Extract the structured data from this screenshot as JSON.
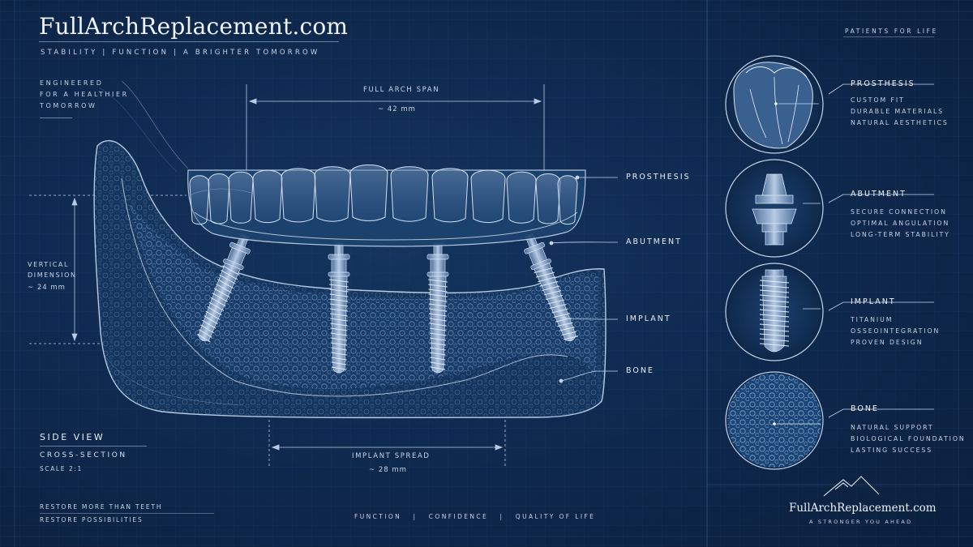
{
  "brand": {
    "title": "FullArchReplacement.com",
    "tagline": "STABILITY  |  FUNCTION  |  A BRIGHTER TOMORROW",
    "top_right": "PATIENTS FOR LIFE"
  },
  "intro": {
    "lines": [
      "ENGINEERED",
      "FOR A HEALTHIER",
      "TOMORROW"
    ]
  },
  "dimensions": {
    "arch_span_label": "FULL ARCH SPAN",
    "arch_span_value": "~ 42 mm",
    "vertical_label_1": "VERTICAL",
    "vertical_label_2": "DIMENSION",
    "vertical_value": "~ 24 mm",
    "implant_spread_label": "IMPLANT SPREAD",
    "implant_spread_value": "~ 28 mm"
  },
  "callouts": {
    "prosthesis": "PROSTHESIS",
    "abutment": "ABUTMENT",
    "implant": "IMPLANT",
    "bone": "BONE"
  },
  "view": {
    "title": "SIDE VIEW",
    "subtitle": "CROSS-SECTION",
    "scale": "SCALE 2:1"
  },
  "footer_left": {
    "line1": "RESTORE MORE THAN TEETH",
    "line2": "RESTORE POSSIBILITIES"
  },
  "footer_center": "FUNCTION   |   CONFIDENCE   |   QUALITY OF LIFE",
  "footer_brand": {
    "name": "FullArchReplacement.com",
    "slogan": "A STRONGER YOU AHEAD"
  },
  "features": [
    {
      "title": "PROSTHESIS",
      "items": [
        "CUSTOM FIT",
        "DURABLE MATERIALS",
        "NATURAL AESTHETICS"
      ],
      "icon": "prosthesis-icon"
    },
    {
      "title": "ABUTMENT",
      "items": [
        "SECURE CONNECTION",
        "OPTIMAL ANGULATION",
        "LONG-TERM STABILITY"
      ],
      "icon": "abutment-icon"
    },
    {
      "title": "IMPLANT",
      "items": [
        "TITANIUM",
        "OSSEOINTEGRATION",
        "PROVEN DESIGN"
      ],
      "icon": "implant-icon"
    },
    {
      "title": "BONE",
      "items": [
        "NATURAL SUPPORT",
        "BIOLOGICAL FOUNDATION",
        "LASTING SUCCESS"
      ],
      "icon": "bone-icon"
    }
  ],
  "colors": {
    "background": "#0f2a50",
    "line": "#9fb8d6",
    "text": "#dbe6f3"
  }
}
